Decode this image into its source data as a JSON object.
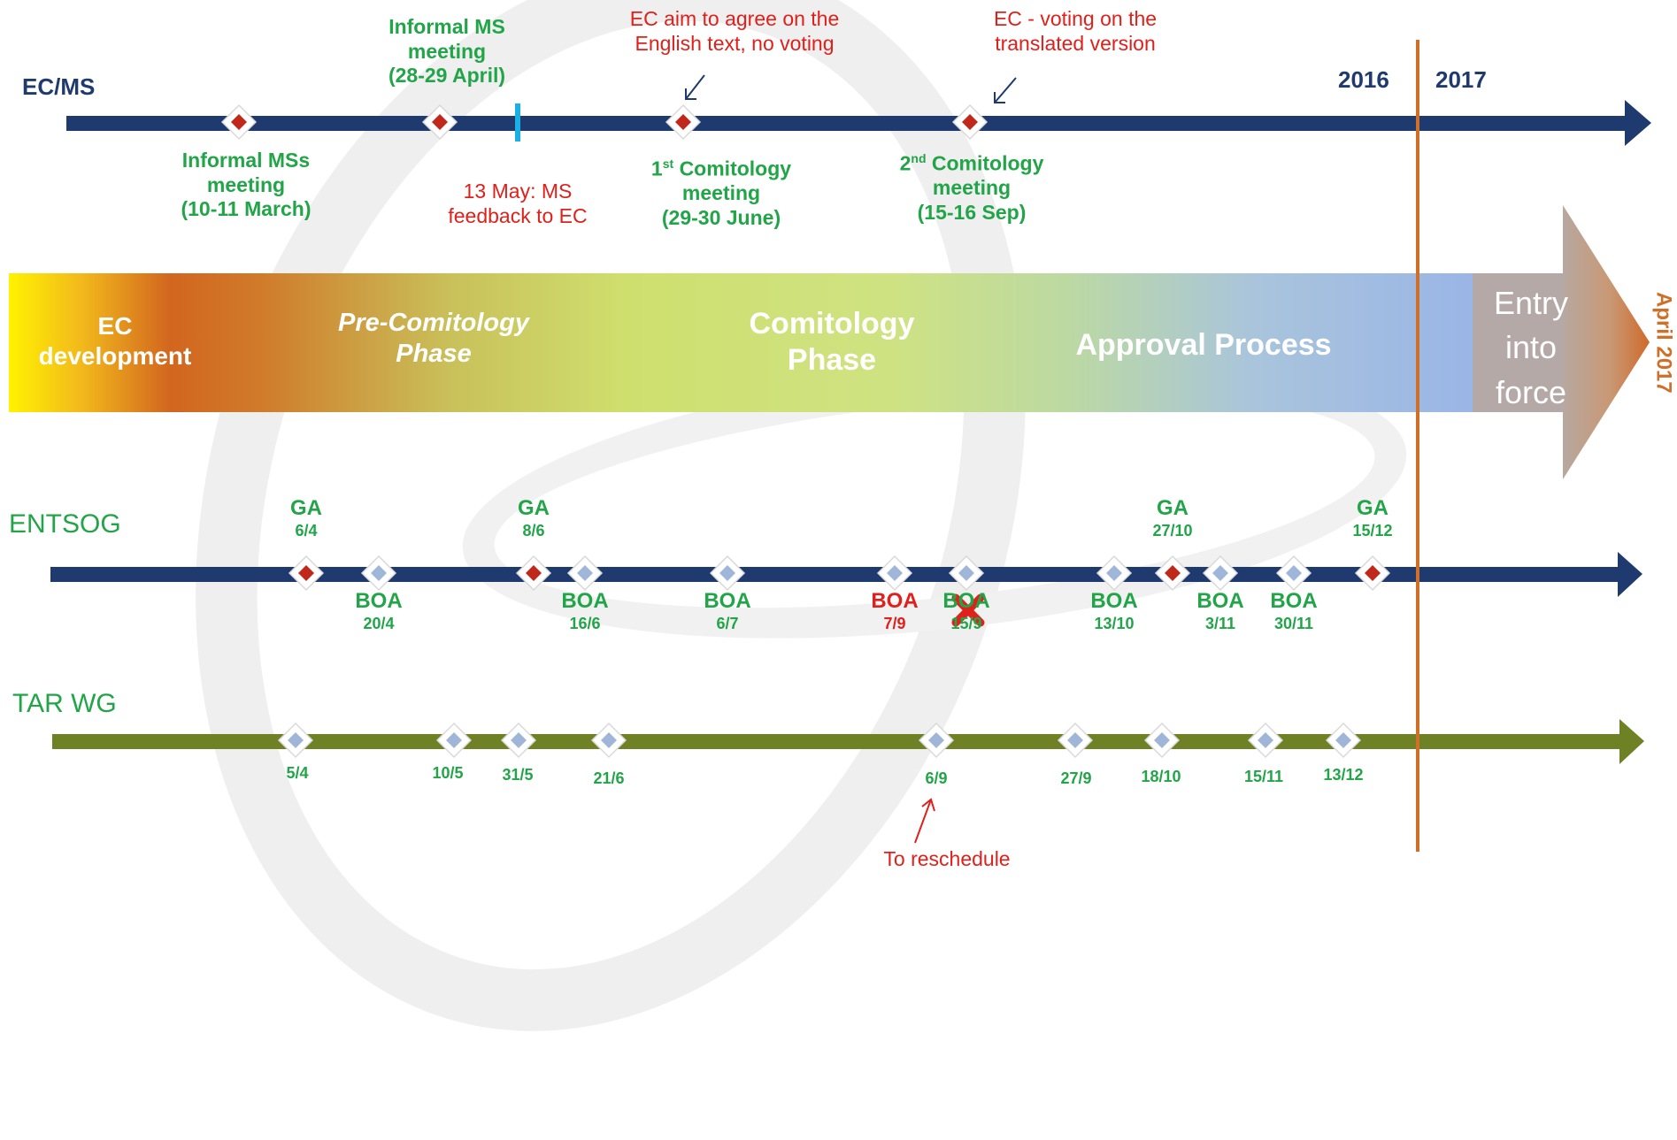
{
  "colors": {
    "navy": "#1f3a6e",
    "olive": "#6f8125",
    "green_text": "#22a548",
    "red_text": "#e0201b",
    "orange_line": "#d06f28",
    "diamond_red": "#c0281c",
    "diamond_blue": "#9fb6d8"
  },
  "ecms": {
    "row_label": "EC/MS",
    "year_left": "2016",
    "year_right": "2017",
    "informal_march": [
      "Informal MSs",
      "meeting",
      "(10-11 March)"
    ],
    "informal_april": [
      "Informal MS",
      "meeting",
      "(28-29 April)"
    ],
    "may_feedback": [
      "13 May: MS",
      "feedback to EC"
    ],
    "ec_aim": [
      "EC aim to agree on the",
      "English text, no voting"
    ],
    "ec_voting": [
      "EC - voting on the",
      "translated version"
    ],
    "comitology_1": {
      "num": "1",
      "sup": "st",
      "title": "Comitology",
      "line2": "meeting",
      "line3": "(29-30 June)"
    },
    "comitology_2": {
      "num": "2",
      "sup": "nd",
      "title": "Comitology",
      "line2": "meeting",
      "line3": "(15-16 Sep)"
    }
  },
  "phases": {
    "ec_development": [
      "EC",
      "development"
    ],
    "pre_comitology": [
      "Pre-Comitology",
      "Phase"
    ],
    "comitology": [
      "Comitology",
      "Phase"
    ],
    "approval": "Approval Process",
    "entry": [
      "Entry",
      "into",
      "force"
    ],
    "april_2017": "April 2017"
  },
  "entsog": {
    "row_label": "ENTSOG",
    "ga_label": "GA",
    "boa_label": "BOA",
    "ga": [
      {
        "date": "6/4"
      },
      {
        "date": "8/6"
      },
      {
        "date": "27/10"
      },
      {
        "date": "15/12"
      }
    ],
    "boa": [
      {
        "date": "20/4"
      },
      {
        "date": "16/6"
      },
      {
        "date": "6/7"
      },
      {
        "date": "7/9"
      },
      {
        "date": "15/9"
      },
      {
        "date": "13/10"
      },
      {
        "date": "3/11"
      },
      {
        "date": "30/11"
      }
    ]
  },
  "tarwg": {
    "row_label": "TAR WG",
    "dates": [
      "5/4",
      "10/5",
      "31/5",
      "21/6",
      "6/9",
      "27/9",
      "18/10",
      "15/11",
      "13/12"
    ],
    "reschedule_note": "To reschedule"
  }
}
